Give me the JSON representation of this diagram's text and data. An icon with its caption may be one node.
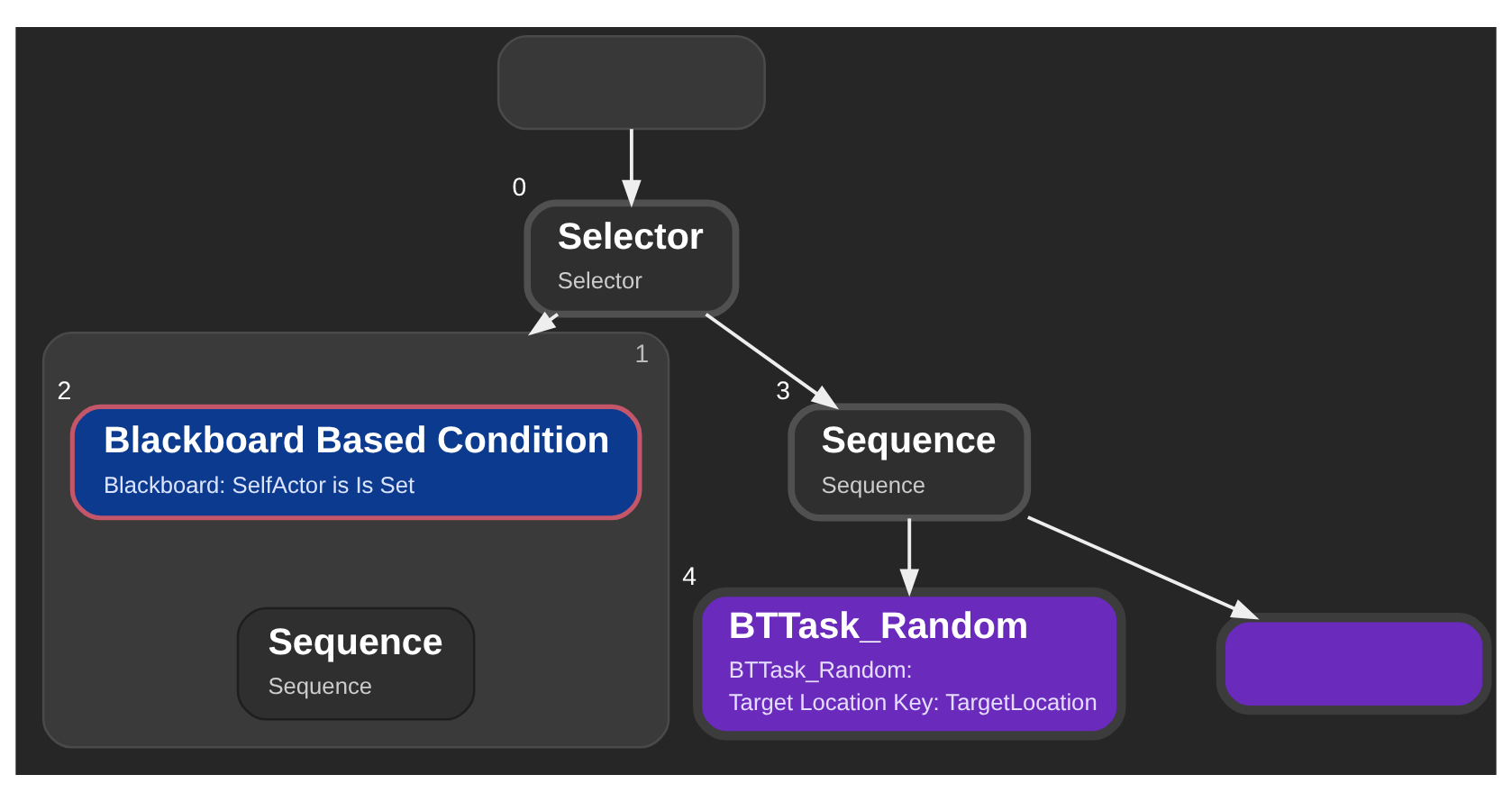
{
  "diagram": {
    "nodes": [
      {
        "text": [],
        "shape": "box"
      },
      {
        "text": [
          "Selector",
          "Selector"
        ],
        "beside": [
          "0"
        ]
      },
      {
        "text": [],
        "shape": "box",
        "beside": [
          "1"
        ]
      },
      {
        "text": [
          "Blackboard Based Condition",
          "Blackboard: SelfActor is Is Set"
        ],
        "in": 2,
        "beside": [
          "2"
        ]
      },
      {
        "text": [
          "Sequence",
          "Sequence"
        ],
        "in": 2
      },
      {
        "text": [
          "Sequence",
          "Sequence"
        ],
        "beside": [
          "3"
        ]
      },
      {
        "text": [
          "BTTask_Random",
          "BTTask_Random:",
          "Target Location Key: TargetLocation"
        ],
        "beside": [
          "4"
        ]
      },
      {
        "text": [],
        "shape": "box"
      }
    ],
    "edges": [
      {
        "from": 0,
        "to": 1,
        "arrow": "to"
      },
      {
        "from": 1,
        "to": 2,
        "arrow": "to"
      },
      {
        "from": 1,
        "to": 5,
        "arrow": "to"
      },
      {
        "from": 5,
        "to": 6,
        "arrow": "to"
      },
      {
        "from": 5,
        "to": 7,
        "arrow": "to"
      }
    ]
  }
}
